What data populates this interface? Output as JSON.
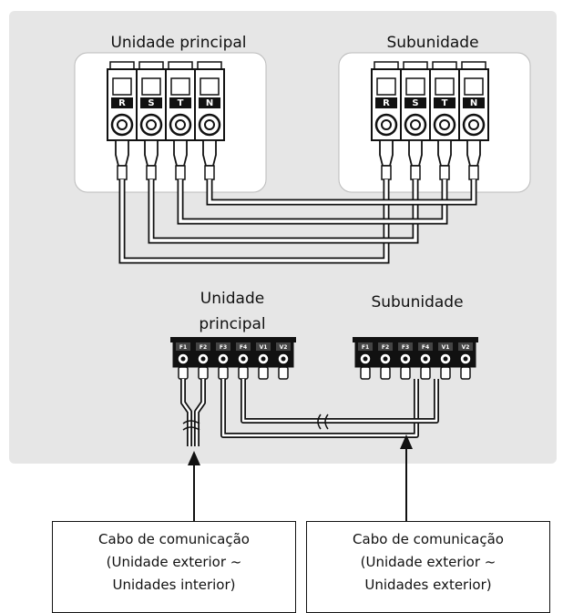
{
  "top": {
    "main_label": "Unidade principal",
    "sub_label": "Subunidade",
    "terminals": [
      "R",
      "S",
      "T",
      "N"
    ]
  },
  "bottom": {
    "main_label_line1": "Unidade",
    "main_label_line2": "principal",
    "sub_label": "Subunidade",
    "terminals": [
      "F1",
      "F2",
      "F3",
      "F4",
      "V1",
      "V2"
    ]
  },
  "callouts": {
    "left": {
      "line1": "Cabo de comunicação",
      "line2": "(Unidade exterior ~",
      "line3": "Unidades interior)"
    },
    "right": {
      "line1": "Cabo de comunicação",
      "line2": "(Unidade exterior ~",
      "line3": "Unidades exterior)"
    }
  }
}
